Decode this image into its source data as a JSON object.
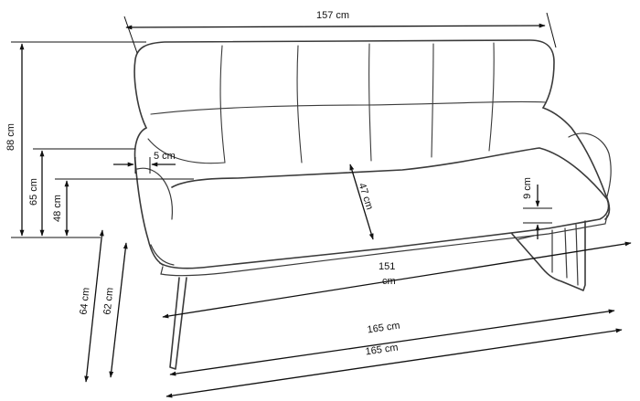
{
  "dimensions": {
    "width_top": "157 cm",
    "height_total": "88 cm",
    "height_armrest": "65 cm",
    "height_seat": "48 cm",
    "armrest_width": "5 cm",
    "seat_depth": "47 cm",
    "seat_thickness": "9 cm",
    "seat_width_value": "151",
    "seat_width_unit": "cm",
    "depth_total": "64 cm",
    "depth_seat": "62 cm",
    "width_front": "165 cm",
    "width_bottom": "165 cm"
  },
  "colors": {
    "line": "#111111",
    "product": "#3a3a3a",
    "background": "#ffffff"
  }
}
